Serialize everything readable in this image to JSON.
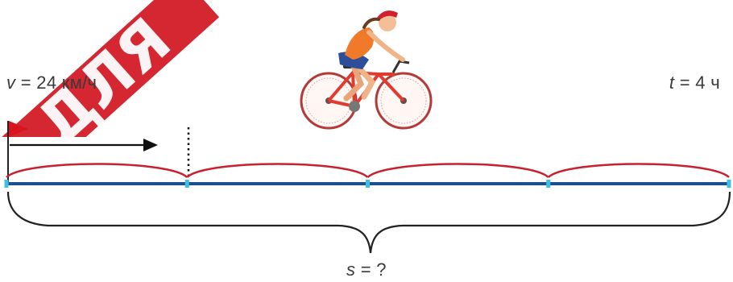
{
  "labels": {
    "speed_var": "v",
    "speed_rest": " = 24 км/ч",
    "time_var": "t",
    "time_rest": " = 4 ч",
    "distance_var": "s",
    "distance_rest": " = ?"
  },
  "segments": 4,
  "watermark": {
    "text": "ДЛЯ",
    "color": "#d0151f"
  },
  "colors": {
    "line": "#1f4e8c",
    "arcs": "#c8202f",
    "ticks": "#3cc0e6",
    "flag": "#d8141e",
    "arrow": "#111111",
    "brace": "#222222"
  },
  "icons": [
    "flag-icon",
    "arrow-icon",
    "cyclist-illustration"
  ]
}
